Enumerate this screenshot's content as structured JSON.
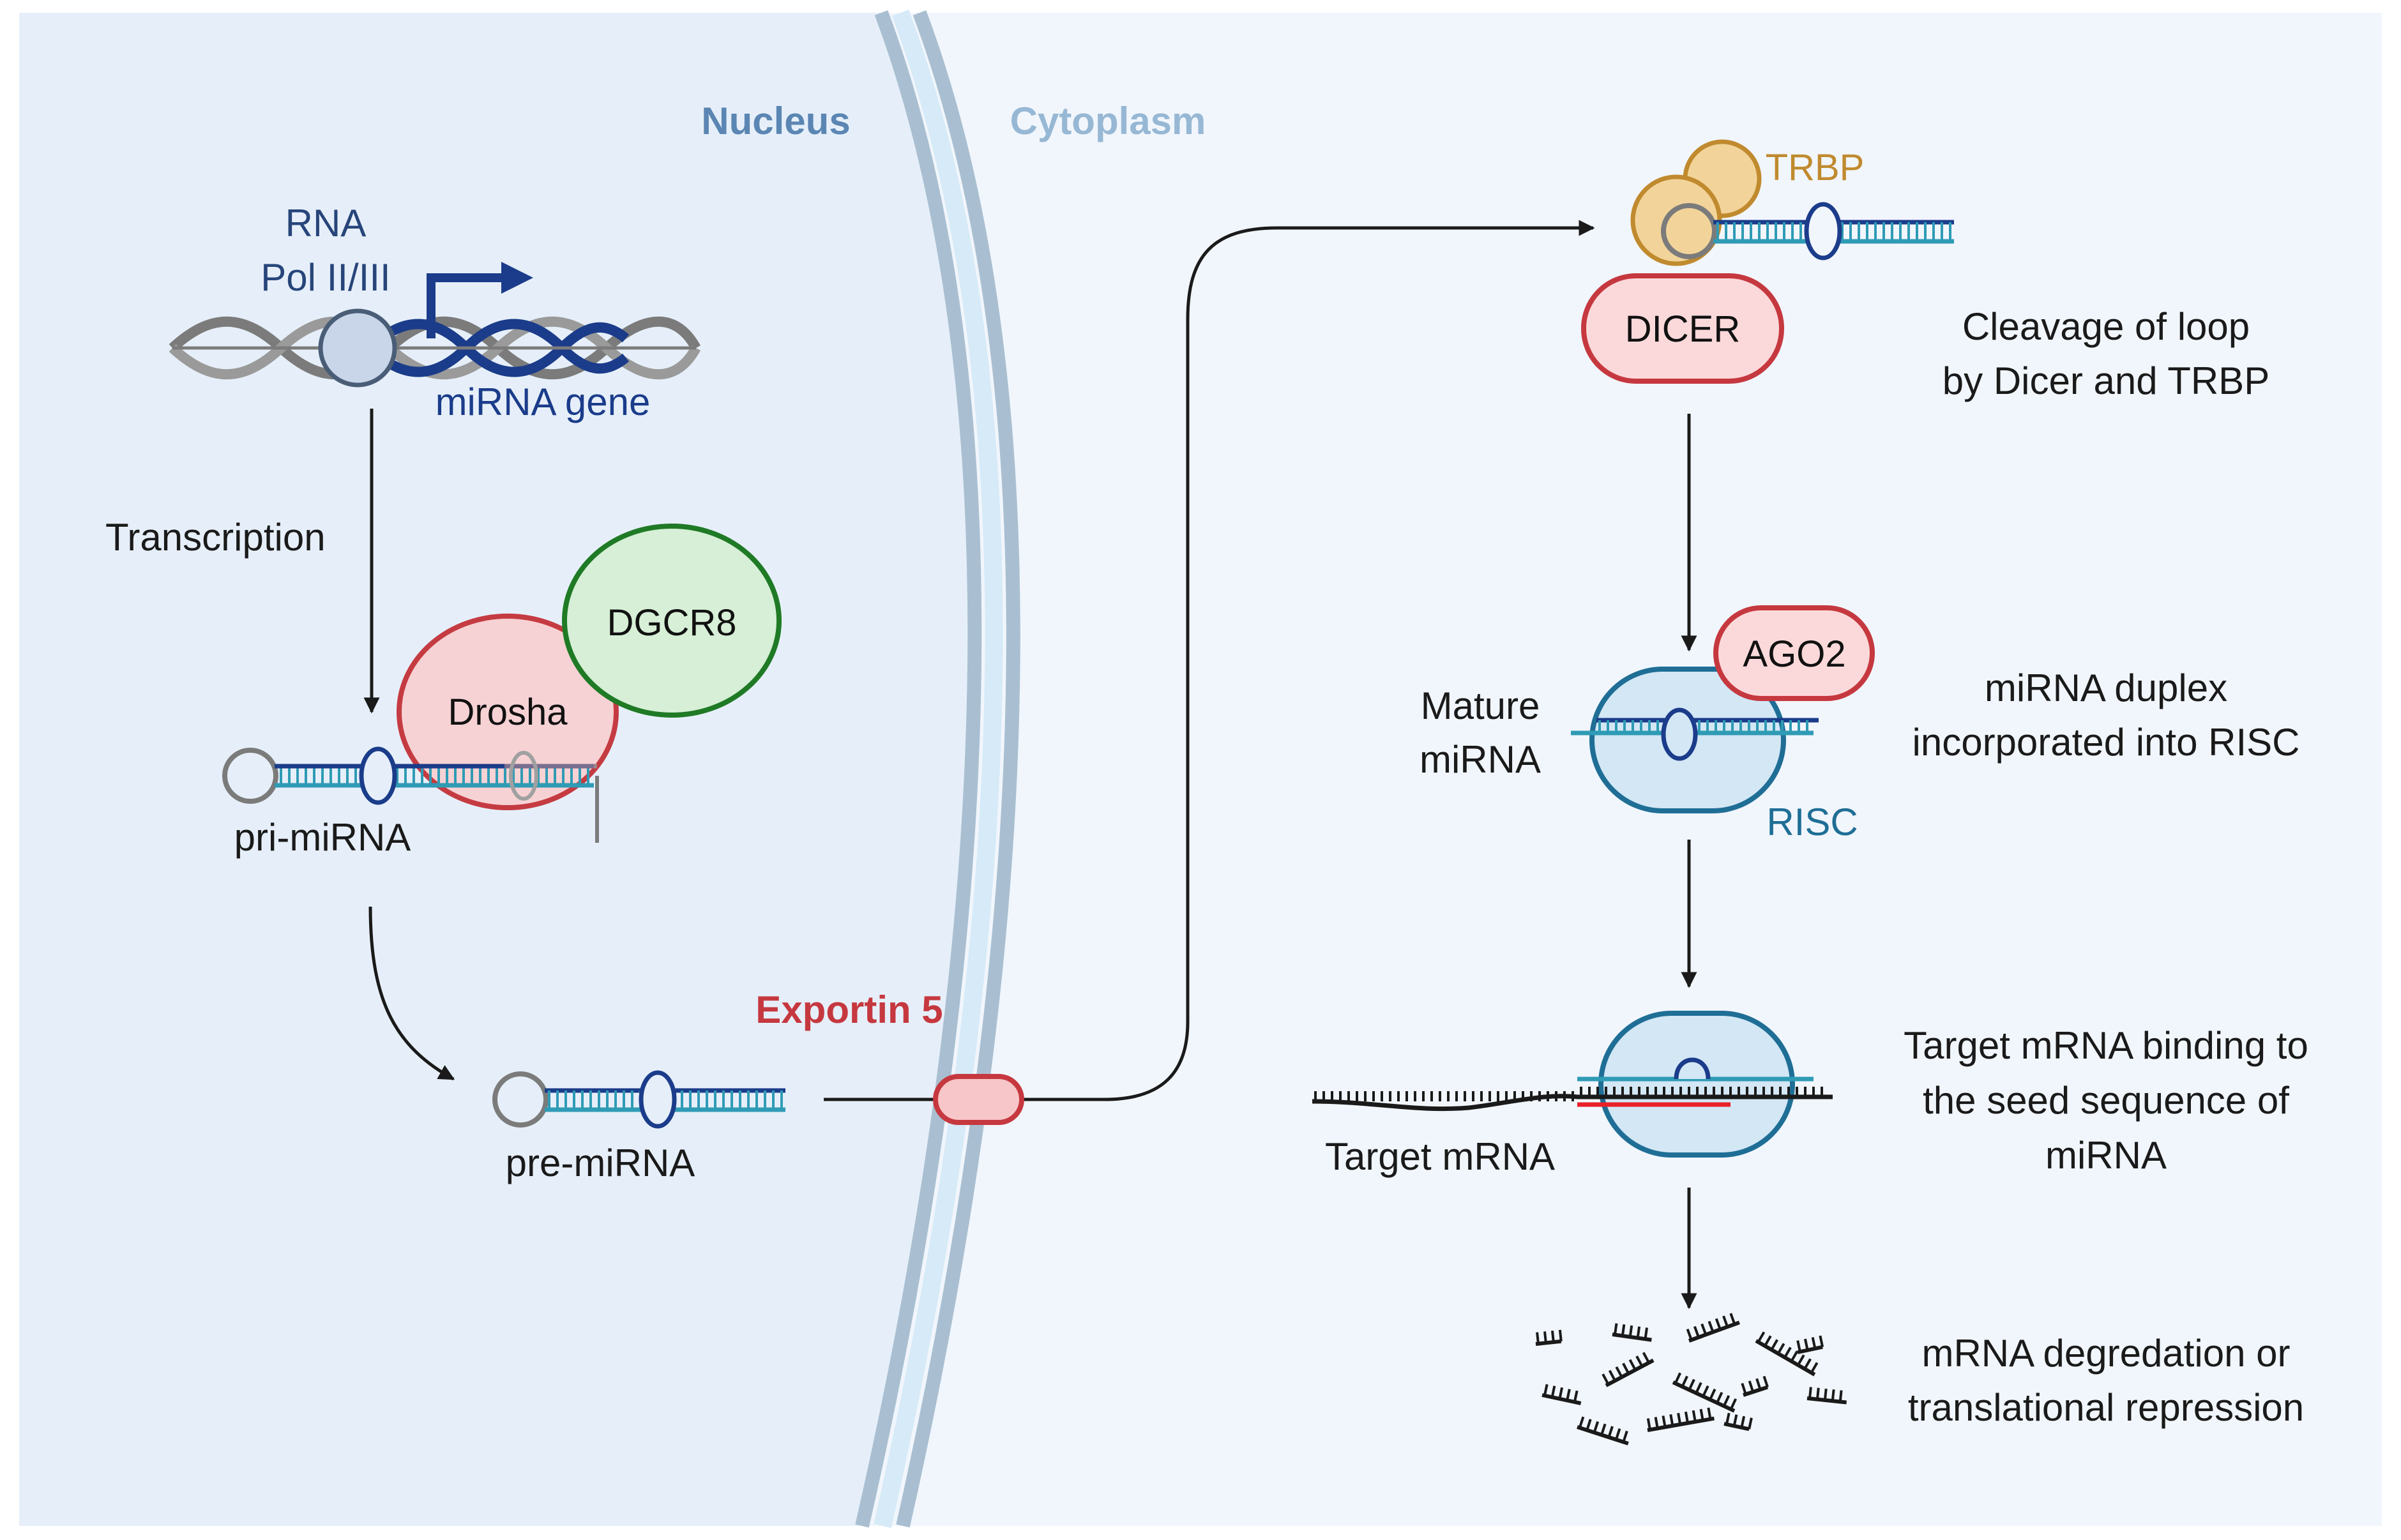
{
  "compartments": {
    "nucleus": "Nucleus",
    "cytoplasm": "Cytoplasm"
  },
  "nucleus": {
    "polymerase_line1": "RNA",
    "polymerase_line2": "Pol II/III",
    "gene_label": "miRNA gene",
    "transcription_label": "Transcription",
    "drosha_label": "Drosha",
    "dgcr8_label": "DGCR8",
    "pri_mirna_label": "pri-miRNA",
    "pre_mirna_label": "pre-miRNA"
  },
  "exportin_label": "Exportin 5",
  "cytoplasm": {
    "trbp_label": "TRBP",
    "dicer_label": "DICER",
    "dicer_step_line1": "Cleavage of loop",
    "dicer_step_line2": "by Dicer and TRBP",
    "ago2_label": "AGO2",
    "mature_line1": "Mature",
    "mature_line2": "miRNA",
    "risc_label": "RISC",
    "risc_step_line1": "miRNA duplex",
    "risc_step_line2": "incorporated into RISC",
    "target_label": "Target mRNA",
    "target_step_line1": "Target mRNA binding to",
    "target_step_line2": "the seed sequence of",
    "target_step_line3": "miRNA",
    "outcome_line1": "mRNA degredation or",
    "outcome_line2": "translational repression"
  },
  "colors": {
    "nucleus_bg": "#e6eff9",
    "cytoplasm_bg": "#f1f6fc",
    "membrane": "#a9bfd1",
    "nucleus_title": "#5b86b3",
    "cytoplasm_title": "#97b8d4",
    "drosha": "#f6d2d4",
    "dgcr8": "#d6efd6",
    "dicer": "#fbd9da",
    "trbp": "#f2d49a",
    "trbp_text": "#c08a2e",
    "risc": "#d3e7f5",
    "risc_text": "#1f6e96",
    "exportin": "#c6383f",
    "gene_blue": "#1b3c8a",
    "teal_strand": "#2f9bb5",
    "seed_red": "#e8202a"
  }
}
